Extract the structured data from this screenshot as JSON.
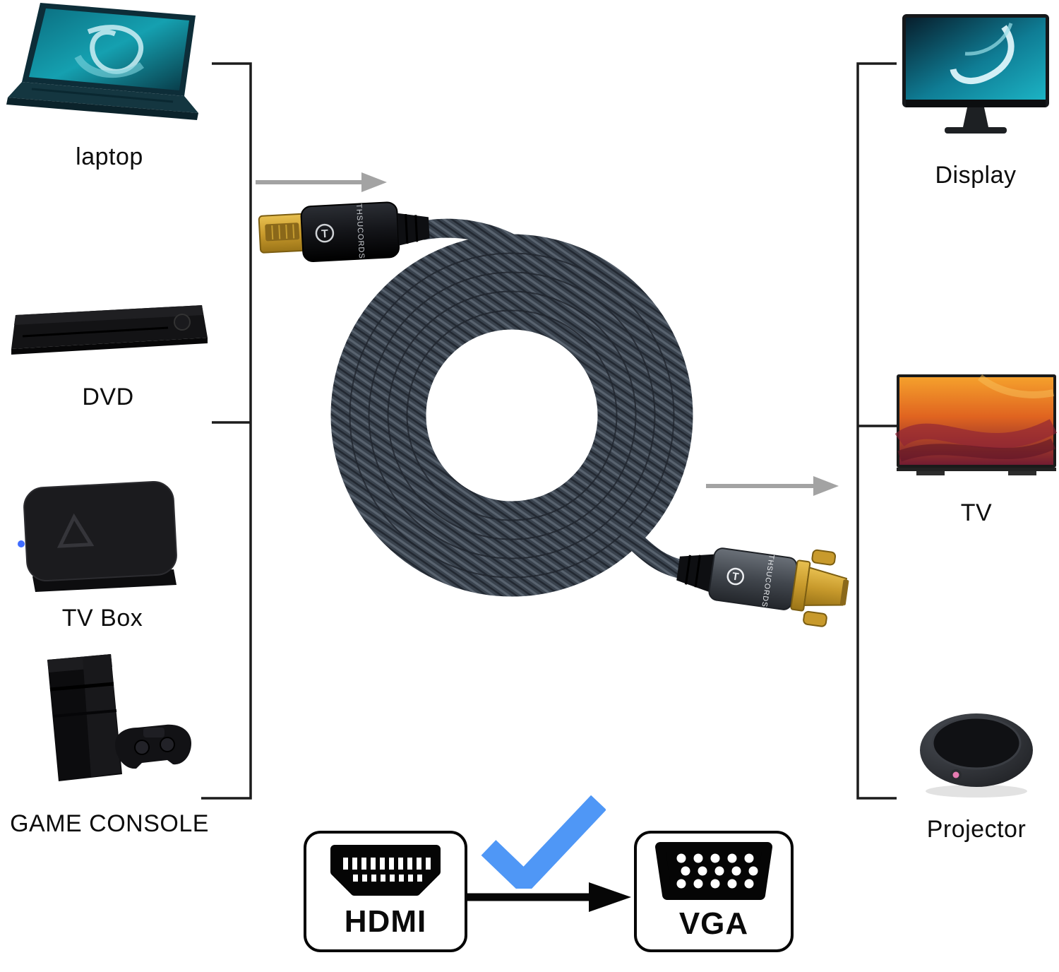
{
  "brand": "THSUCORDS",
  "brand_logo_letter": "T",
  "sources": {
    "items": [
      {
        "label": "laptop"
      },
      {
        "label": "DVD"
      },
      {
        "label": "TV Box"
      },
      {
        "label": "GAME CONSOLE"
      }
    ]
  },
  "outputs": {
    "items": [
      {
        "label": "Display"
      },
      {
        "label": "TV"
      },
      {
        "label": "Projector"
      }
    ]
  },
  "converter": {
    "from_label": "HDMI",
    "to_label": "VGA"
  },
  "colors": {
    "cable_dark": "#3a434e",
    "cable_highlight": "#59636f",
    "connector_gold": "#c89a2c",
    "vga_body_gray": "#41464d",
    "check_blue": "#4f97f6",
    "direction_arrow_gray": "#a3a3a3",
    "outline_black": "#1c1c1c"
  }
}
